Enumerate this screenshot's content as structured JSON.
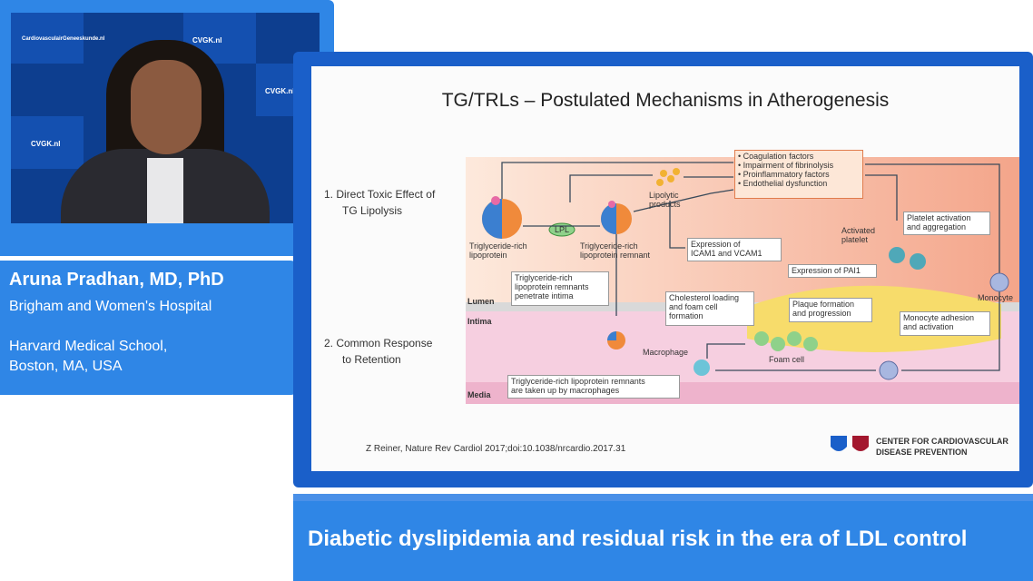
{
  "video": {
    "logo_texts": [
      "CVGK.nl",
      "CVGK.nl",
      "CVGK.nl",
      "CardiovasculairGeneeskunde.nl"
    ]
  },
  "speaker": {
    "name": "Aruna Pradhan, MD, PhD",
    "affiliation1": "Brigham and Women's Hospital",
    "affiliation2_line1": "Harvard Medical School,",
    "affiliation2_line2": "Boston, MA, USA"
  },
  "slide": {
    "title": "TG/TRLs – Postulated Mechanisms in Atherogenesis",
    "point1_line1": "1.  Direct Toxic Effect of",
    "point1_line2": "TG Lipolysis",
    "point2_line1": "2.  Common Response",
    "point2_line2": "to Retention",
    "citation": "Z Reiner, Nature Rev Cardiol 2017;doi:10.1038/nrcardio.2017.31",
    "ccdp_line1": "CENTER FOR CARDIOVASCULAR",
    "ccdp_line2": "DISEASE PREVENTION"
  },
  "diagram": {
    "trl": "Triglyceride-rich\nlipoprotein",
    "lpl": "LPL",
    "remnant": "Triglyceride-rich\nlipoprotein remnant",
    "lipolytic": "Lipolytic\nproducts",
    "effects_box": "• Coagulation factors\n• Impairment of fibrinolysis\n• Proinflammatory factors\n• Endothelial dysfunction",
    "icam": "Expression of\nICAM1 and VCAM1",
    "activated_platelet": "Activated\nplatelet",
    "platelet_box": "Platelet activation\nand aggregation",
    "pai1": "Expression of PAI1",
    "monocyte": "Monocyte",
    "penetrate": "Triglyceride-rich\nlipoprotein remnants\npenetrate intima",
    "cholesterol": "Cholesterol loading\nand foam cell\nformation",
    "plaque": "Plaque formation\nand progression",
    "adhesion": "Monocyte adhesion\nand activation",
    "macrophage": "Macrophage",
    "foam_cell": "Foam cell",
    "taken_up": "Triglyceride-rich lipoprotein remnants\nare taken up by macrophages",
    "lumen": "Lumen",
    "intima": "Intima",
    "media": "Media"
  },
  "banner": {
    "text": "Diabetic dyslipidemia and residual risk in the era of LDL control"
  },
  "colors": {
    "brand_blue": "#2f86e6",
    "frame_blue": "#1a5fc9",
    "orange_box": "#fde7d7",
    "intima_pink": "#f6cfe0",
    "plaque_yellow": "#f7dc6b"
  }
}
